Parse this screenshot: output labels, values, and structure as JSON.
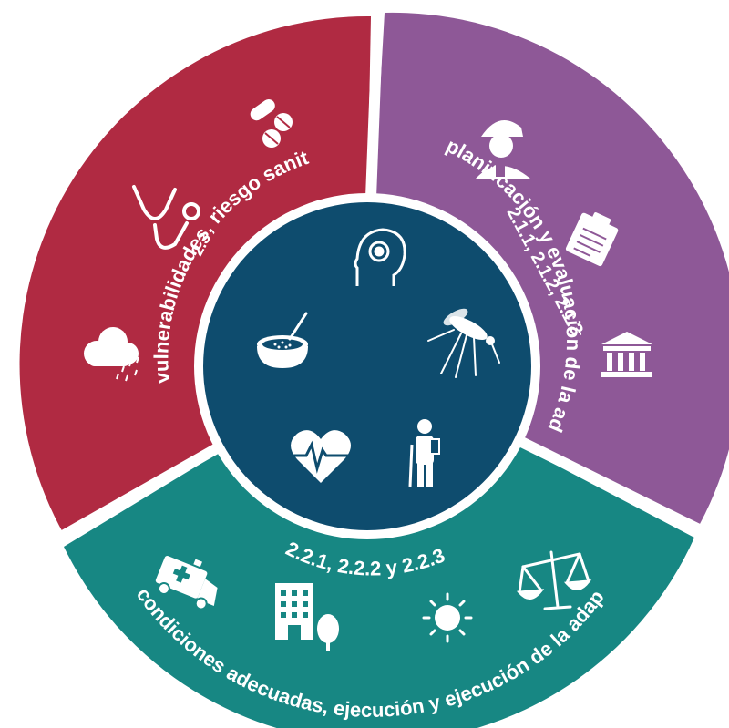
{
  "colors": {
    "red": "#B02A42",
    "purple": "#8E5897",
    "teal": "#178783",
    "navy": "#0E4C6E",
    "white": "#FFFFFF"
  },
  "segments": {
    "left": {
      "title": "vulnerabilidades, riesgo sanitario y resiliencia",
      "code": "2.3",
      "icons": [
        "pills-icon",
        "stethoscope-icon",
        "rain-cloud-icon"
      ]
    },
    "right": {
      "title": "planificación y evaluación de la adaptación",
      "code": "2.1.1, 2.1.2, 2.1.3",
      "icons": [
        "worker-icon",
        "clipboard-icon",
        "institution-icon"
      ]
    },
    "bottom": {
      "title": "condiciones adecuadas, ejecución y ejecución de la adaptación",
      "code": "2.2.1, 2.2.2 y 2.2.3",
      "icons": [
        "ambulance-icon",
        "hospital-icon",
        "sun-icon",
        "justice-scale-icon"
      ]
    }
  },
  "center": {
    "icons": [
      "mental-health-icon",
      "mosquito-icon",
      "injured-person-icon",
      "heart-rate-icon",
      "food-bowl-icon"
    ]
  }
}
